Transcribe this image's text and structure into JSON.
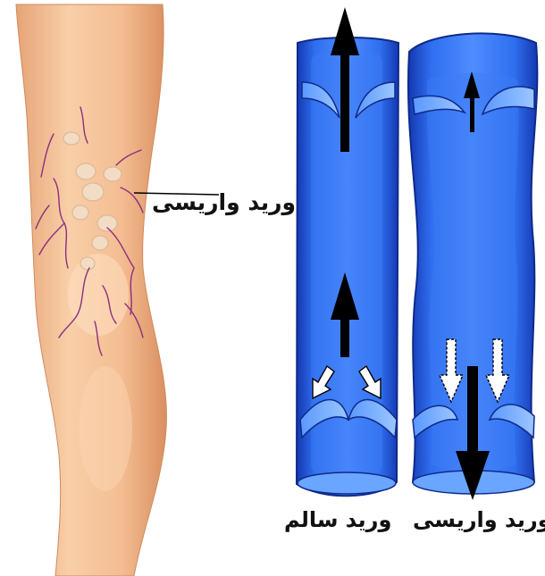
{
  "labels": {
    "leg_varicose": "ورید واریسی",
    "healthy_vein": "ورید سالم",
    "varicose_vein": "ورید واریسی"
  },
  "colors": {
    "skin": "#f6c39a",
    "vein_blue": "#2c63e8",
    "vein_dark": "#1537b0",
    "vein_light": "#7fb4ff",
    "varicose_vessel": "#8e2e7e"
  }
}
